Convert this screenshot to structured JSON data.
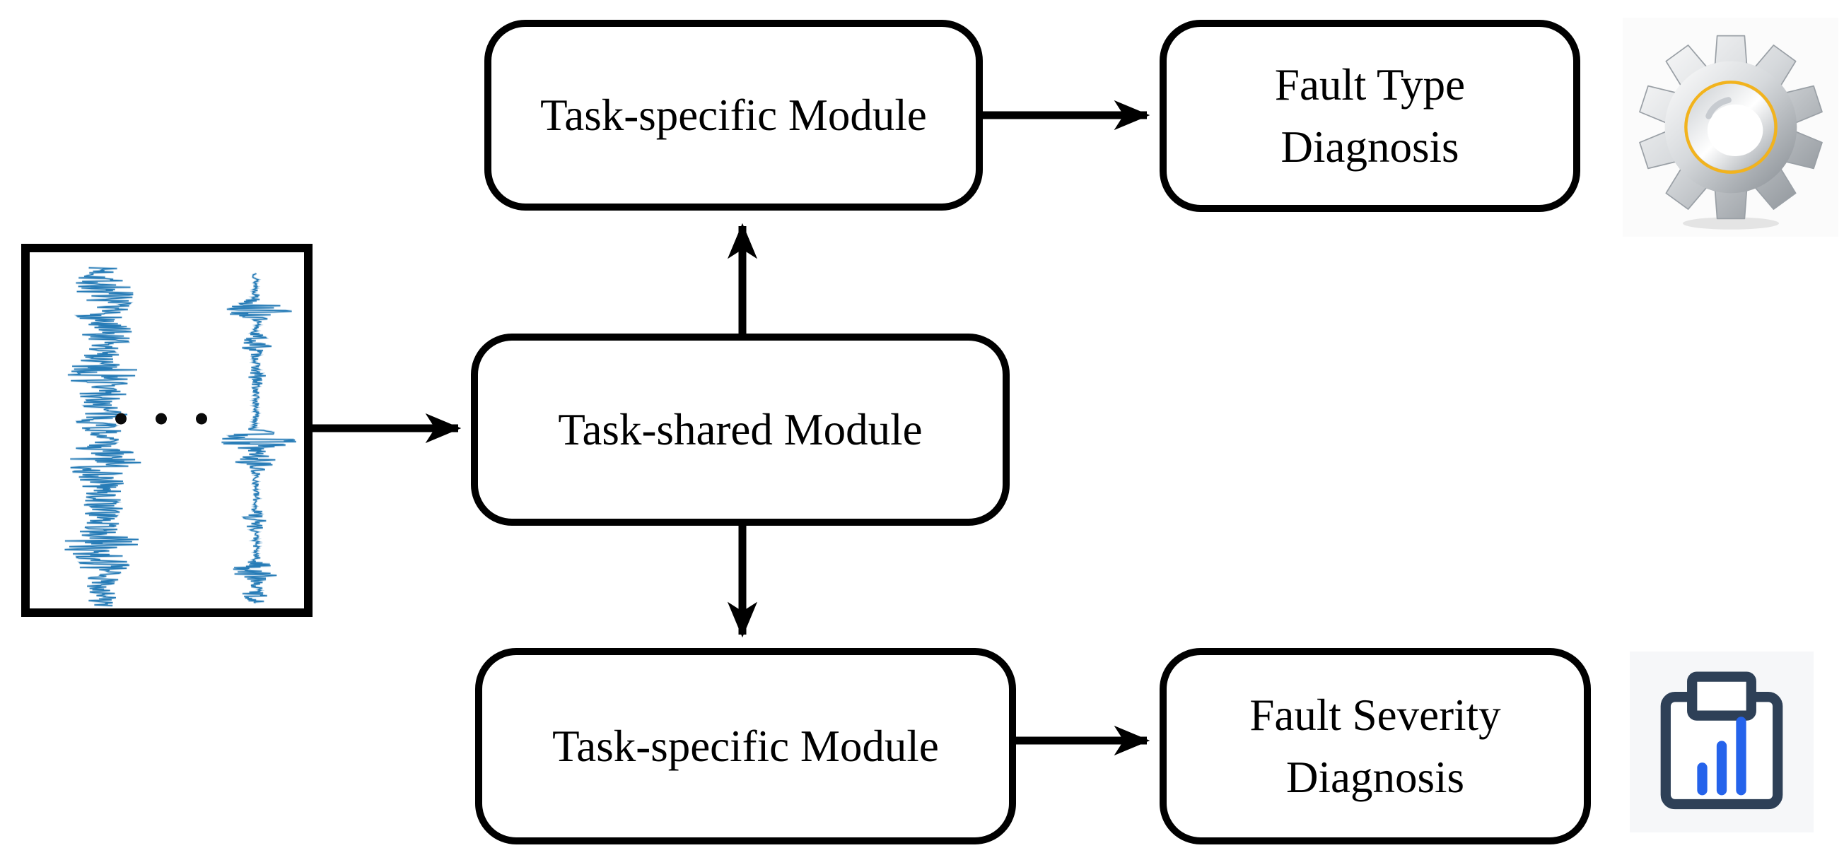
{
  "figure": {
    "background": "#ffffff",
    "connector_color": "#000000",
    "input_panel": {
      "description": "raw vibration signal samples",
      "ellipsis": "● ● ●",
      "signal_color": "#1f77b4",
      "signals": [
        "dense-vibration-waveform",
        "sparse-impulsive-vibration-waveform"
      ]
    },
    "nodes": {
      "task_specific_top": {
        "label": "Task-specific Module"
      },
      "task_shared": {
        "label": "Task-shared Module"
      },
      "task_specific_bottom": {
        "label": "Task-specific Module"
      },
      "fault_type": {
        "line1": "Fault Type",
        "line2": "Diagnosis"
      },
      "fault_severity": {
        "line1": "Fault Severity",
        "line2": "Diagnosis"
      }
    },
    "icons": {
      "gear": {
        "name": "gear-icon",
        "ring_color": "#f2b31d",
        "metal_light": "#ffffff",
        "metal_mid": "#d6d9dc",
        "metal_dark": "#848a90"
      },
      "bar_chart": {
        "name": "bar-chart-clipboard-icon",
        "frame_color": "#2e4057",
        "bar_color": "#2563eb"
      }
    }
  }
}
